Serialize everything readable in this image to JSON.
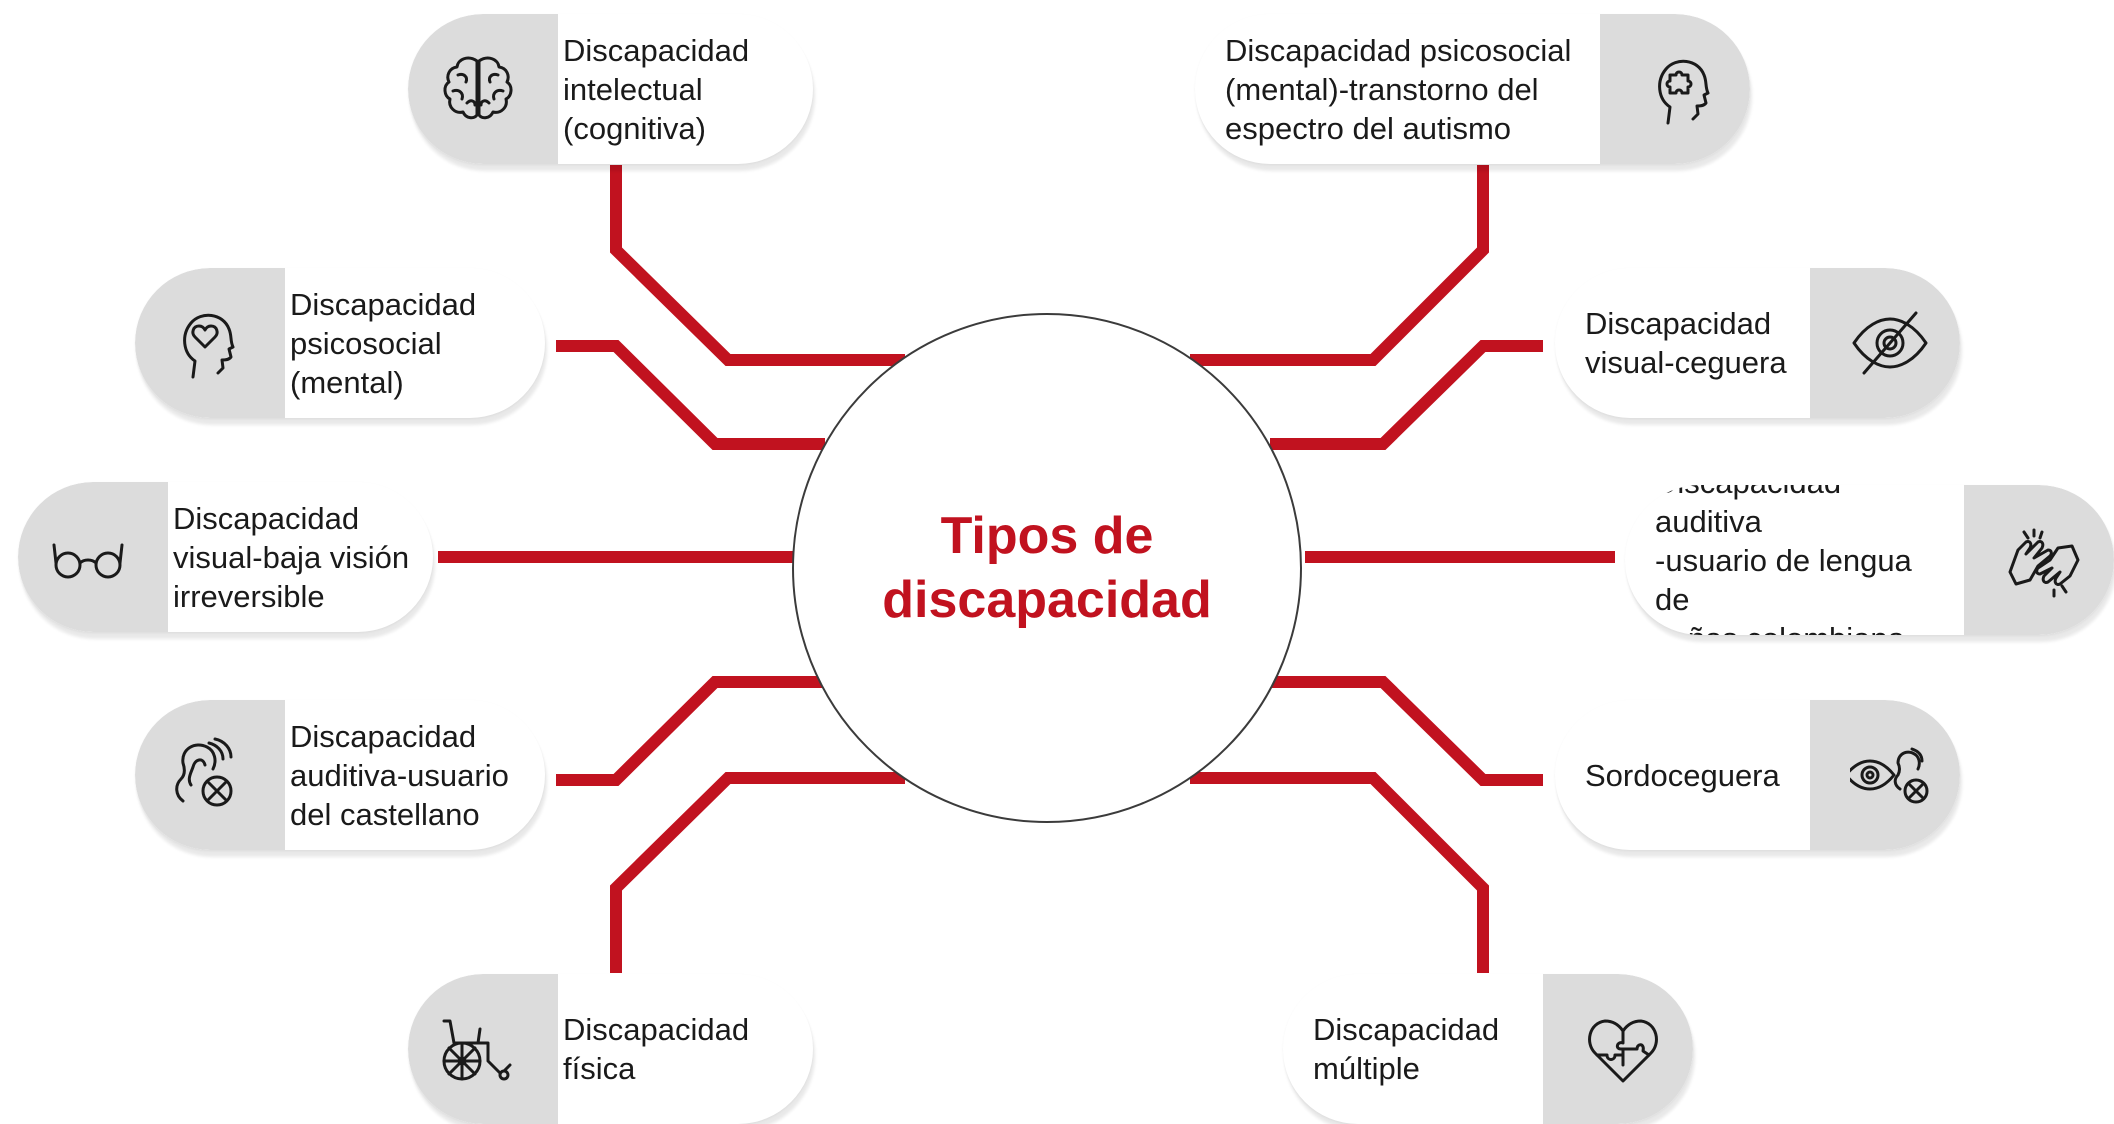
{
  "diagram": {
    "center": {
      "title": "Tipos de\ndiscapacidad"
    },
    "accent_color": "#c1121f",
    "cap_color": "#dcdcdc",
    "nodes": [
      {
        "id": "intelectual",
        "label": "Discapacidad\nintelectual\n(cognitiva)",
        "icon": "brain-icon"
      },
      {
        "id": "psicosocial-tea",
        "label": "Discapacidad psicosocial\n(mental)-transtorno del\nespectro del autismo",
        "icon": "head-puzzle-icon"
      },
      {
        "id": "psicosocial",
        "label": "Discapacidad\npsicosocial\n(mental)",
        "icon": "head-heart-icon"
      },
      {
        "id": "visual-ceguera",
        "label": "Discapacidad\nvisual-ceguera",
        "icon": "eye-crossed-icon"
      },
      {
        "id": "visual-baja",
        "label": "Discapacidad\nvisual-baja visión\nirreversible",
        "icon": "glasses-icon"
      },
      {
        "id": "auditiva-lsc",
        "label": "Discapacidad auditiva\n-usuario de lengua de\nseñas colombiana",
        "icon": "sign-language-hands-icon"
      },
      {
        "id": "auditiva-castellano",
        "label": "Discapacidad\nauditiva-usuario\ndel castellano",
        "icon": "ear-crossed-icon"
      },
      {
        "id": "sordoceguera",
        "label": "Sordoceguera",
        "icon": "eye-ear-crossed-icon"
      },
      {
        "id": "fisica",
        "label": "Discapacidad\nfísica",
        "icon": "wheelchair-icon"
      },
      {
        "id": "multiple",
        "label": "Discapacidad\nmúltiple",
        "icon": "puzzle-heart-icon"
      }
    ]
  }
}
